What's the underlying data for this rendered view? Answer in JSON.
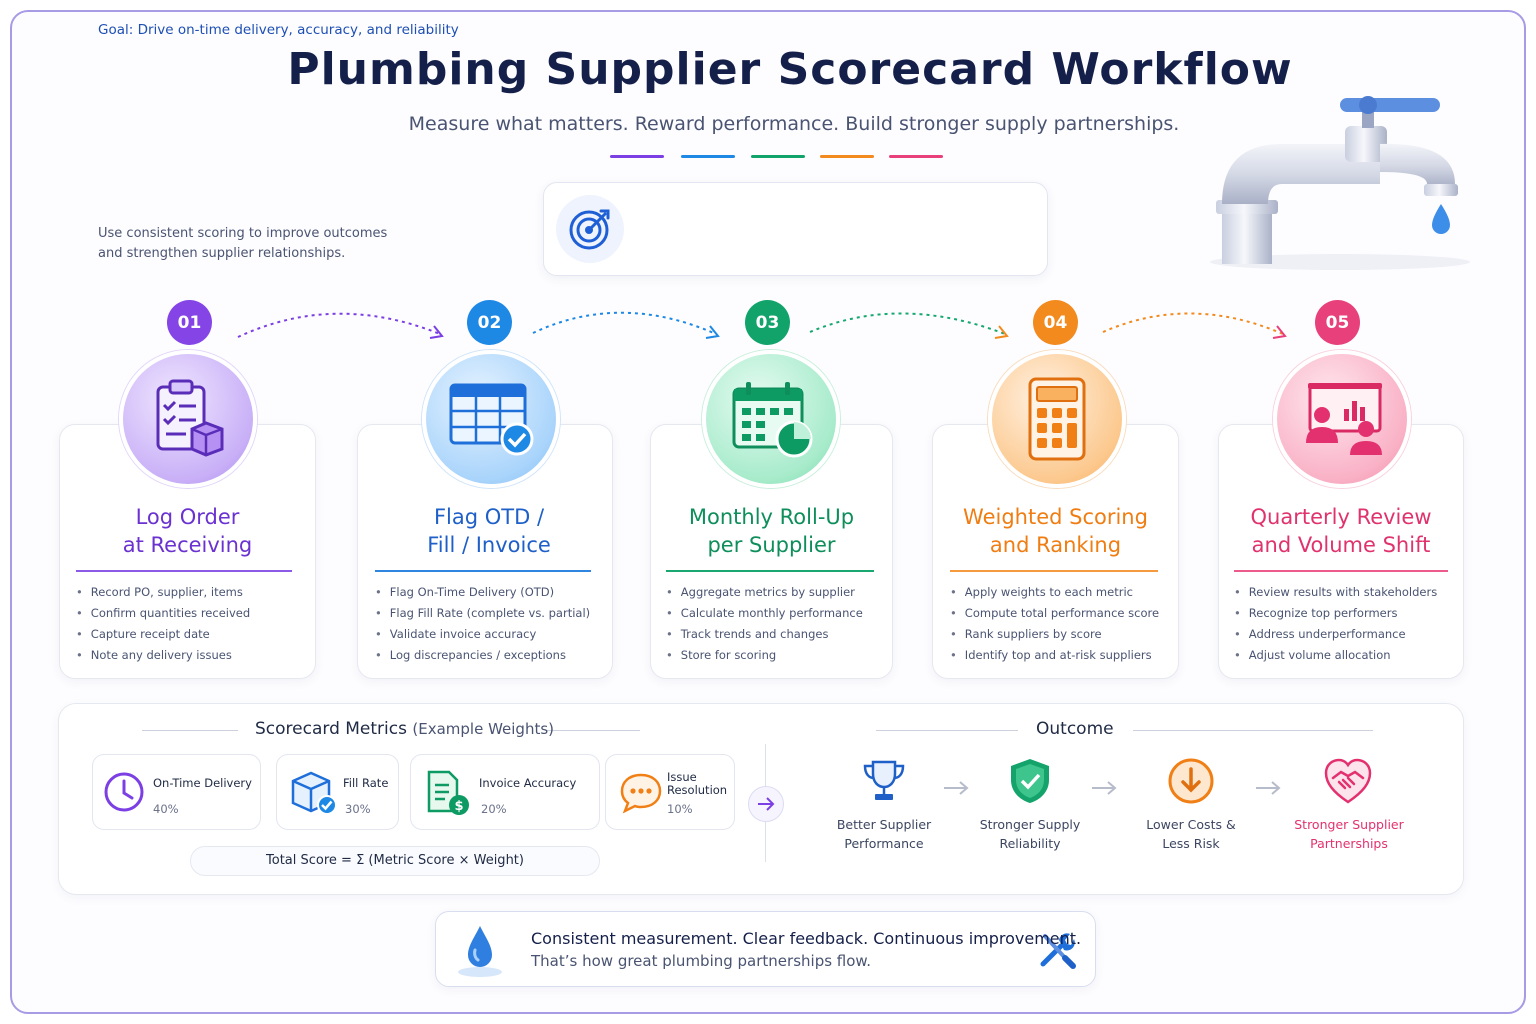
{
  "header": {
    "title": "Plumbing Supplier Scorecard Workflow",
    "subtitle": "Measure what matters. Reward performance. Build stronger supply partnerships.",
    "accent_colors": [
      "#7b3fe4",
      "#1e88e5",
      "#12a36b",
      "#f28a1e",
      "#e7407a"
    ]
  },
  "goal": {
    "title": "Goal: Drive on-time delivery, accuracy, and reliability",
    "line1": "Use consistent scoring to improve outcomes",
    "line2": "and strengthen supplier relationships.",
    "icon": "target-icon"
  },
  "steps": [
    {
      "num": "01",
      "title1": "Log Order",
      "title2": "at Receiving",
      "color": "#7b3fe4",
      "icon": "clipboard-checklist-icon",
      "items": [
        "Record PO, supplier, items",
        "Confirm quantities received",
        "Capture receipt date",
        "Note any delivery issues"
      ]
    },
    {
      "num": "02",
      "title1": "Flag OTD /",
      "title2": "Fill / Invoice",
      "color": "#1e6fd9",
      "icon": "table-check-icon",
      "items": [
        "Flag On-Time Delivery (OTD)",
        "Flag Fill Rate (complete vs. partial)",
        "Validate invoice accuracy",
        "Log discrepancies / exceptions"
      ]
    },
    {
      "num": "03",
      "title1": "Monthly Roll-Up",
      "title2": "per Supplier",
      "color": "#0e9a63",
      "icon": "calendar-chart-icon",
      "items": [
        "Aggregate metrics by supplier",
        "Calculate monthly performance",
        "Track trends and changes",
        "Store for scoring"
      ]
    },
    {
      "num": "04",
      "title1": "Weighted Scoring",
      "title2": "and Ranking",
      "color": "#f07f16",
      "icon": "calculator-icon",
      "items": [
        "Apply weights to each metric",
        "Compute total performance score",
        "Rank suppliers by score",
        "Identify top and at-risk suppliers"
      ]
    },
    {
      "num": "05",
      "title1": "Quarterly Review",
      "title2": "and Volume Shift",
      "color": "#e3316f",
      "icon": "presentation-meeting-icon",
      "items": [
        "Review results with stakeholders",
        "Recognize top performers",
        "Address underperformance",
        "Adjust volume allocation"
      ]
    }
  ],
  "metrics": {
    "title": "Scorecard Metrics",
    "title_sub": "(Example Weights)",
    "items": [
      {
        "name": "On-Time Delivery",
        "weight": "40%",
        "icon": "clock-icon"
      },
      {
        "name": "Fill Rate",
        "weight": "30%",
        "icon": "box-check-icon"
      },
      {
        "name": "Invoice Accuracy",
        "weight": "20%",
        "icon": "invoice-dollar-icon"
      },
      {
        "name_line1": "Issue",
        "name_line2": "Resolution",
        "weight": "10%",
        "icon": "chat-bubble-icon"
      }
    ],
    "formula": "Total Score = Σ (Metric Score × Weight)"
  },
  "outcome": {
    "title": "Outcome",
    "items": [
      {
        "line1": "Better Supplier",
        "line2": "Performance",
        "icon": "trophy-icon"
      },
      {
        "line1": "Stronger Supply",
        "line2": "Reliability",
        "icon": "shield-check-icon"
      },
      {
        "line1": "Lower Costs &",
        "line2": "Less Risk",
        "icon": "down-arrow-coin-icon"
      },
      {
        "line1": "Stronger Supplier",
        "line2": "Partnerships",
        "icon": "handshake-heart-icon"
      }
    ]
  },
  "footer": {
    "line1": "Consistent measurement. Clear feedback. Continuous improvement.",
    "line2": "That’s how great plumbing partnerships flow."
  }
}
